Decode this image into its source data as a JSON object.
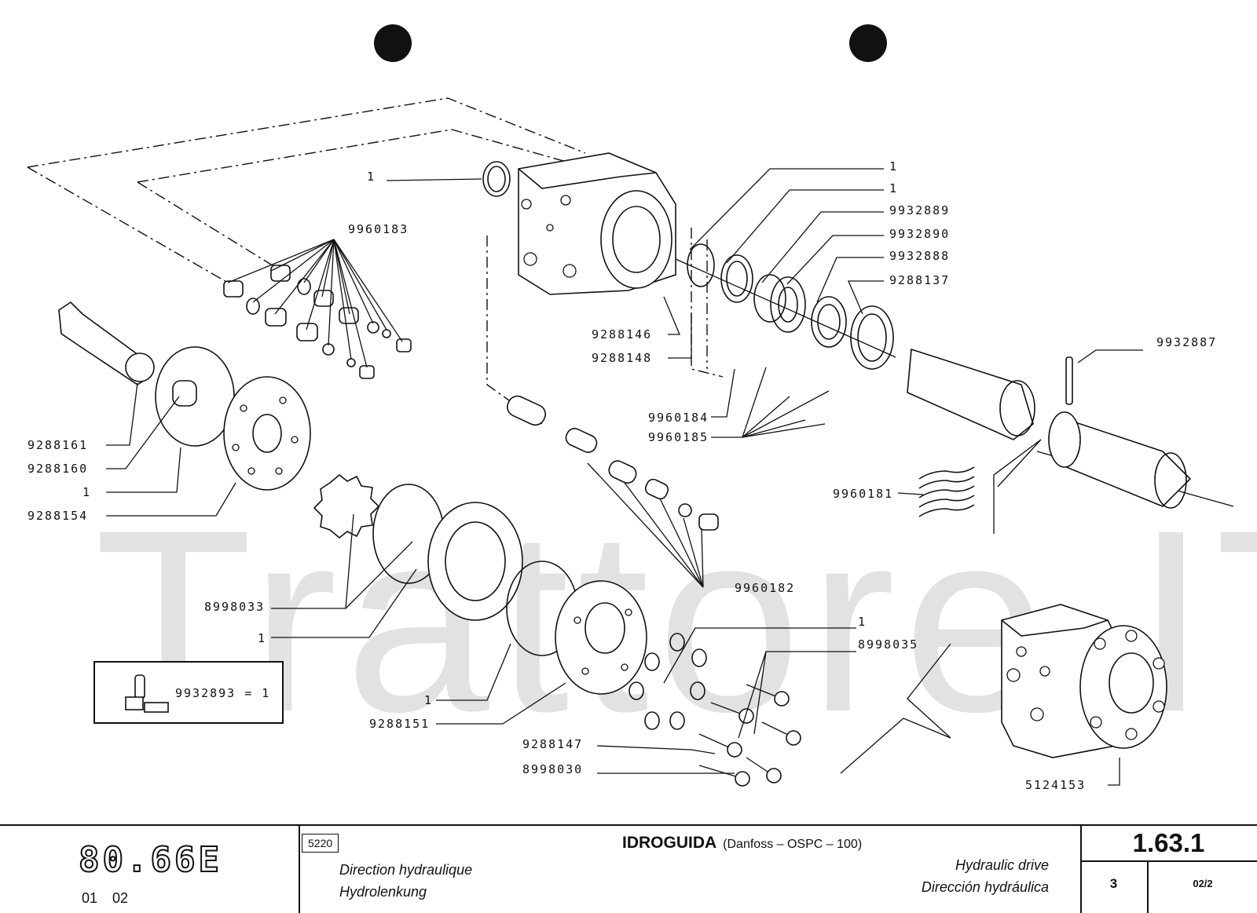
{
  "watermark": "Trattore.IT",
  "part_numbers": {
    "p9960183": "9960183",
    "p1_top": "1",
    "p1_r1": "1",
    "p1_r2": "1",
    "p9932889": "9932889",
    "p9932890": "9932890",
    "p9932888": "9932888",
    "p9288137": "9288137",
    "p9932887": "9932887",
    "p9288146": "9288146",
    "p9288148": "9288148",
    "p9960184": "9960184",
    "p9960185": "9960185",
    "p9960181": "9960181",
    "p9960182": "9960182",
    "p9288161": "9288161",
    "p9288160": "9288160",
    "p1_left": "1",
    "p9288154": "9288154",
    "p8998033": "8998033",
    "p1_mid": "1",
    "p1_low": "1",
    "p9288151": "9288151",
    "p1_bolts": "1",
    "p8998035": "8998035",
    "p9288147": "9288147",
    "p8998030": "8998030",
    "p5124153": "5124153",
    "kit": "9932893 = 1"
  },
  "title_block": {
    "model": "80.66E",
    "revisions": "01   02",
    "group_code": "5220",
    "title": "IDROGUIDA",
    "subtitle": "(Danfoss – OSPC – 100)",
    "french": "Direction hydraulique",
    "german": "Hydrolenkung",
    "english": "Hydraulic drive",
    "spanish": "Dirección hydráulica",
    "page_number": "1.63.1",
    "sheet": "3",
    "part": "02/2"
  }
}
